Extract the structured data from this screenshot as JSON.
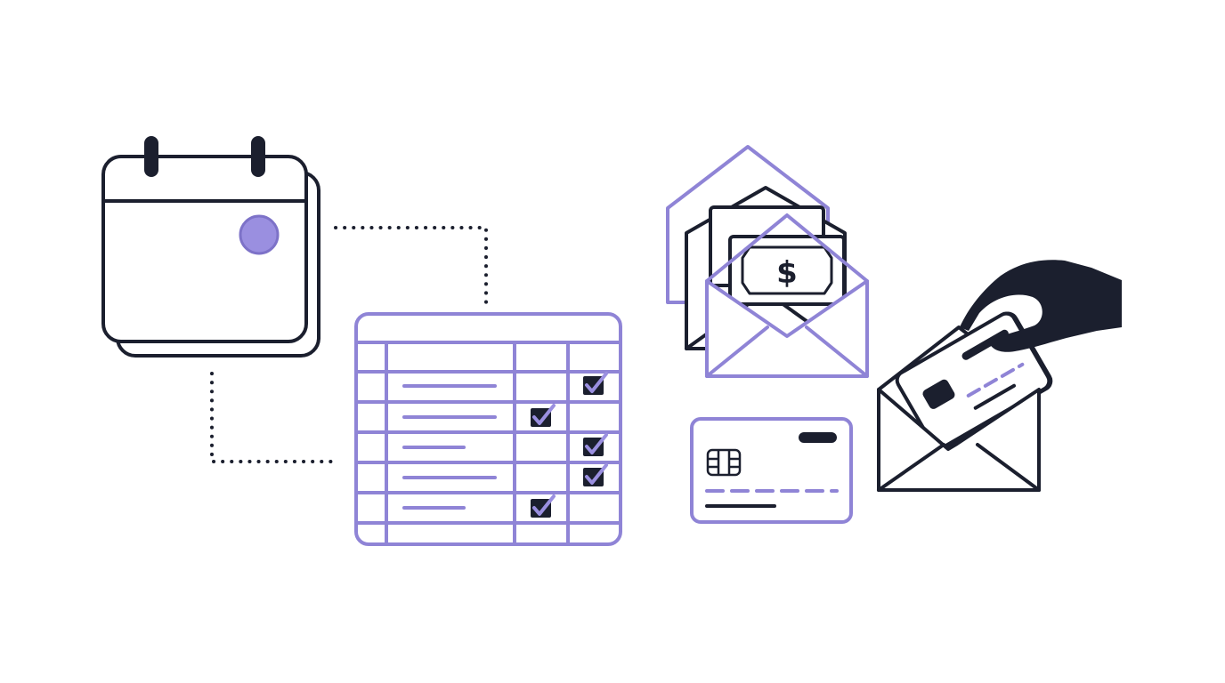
{
  "illustration": {
    "icons": [
      "calendar-icon",
      "checklist-table-icon",
      "cash-envelope-icon",
      "dollar-bill-icon",
      "credit-card-icon",
      "hand-icon",
      "card-envelope-icon"
    ],
    "dollar_symbol": "$",
    "checklist": {
      "rows": 5,
      "checked": [
        {
          "row": 1,
          "column": 2
        },
        {
          "row": 2,
          "column": 1
        },
        {
          "row": 3,
          "column": 2
        },
        {
          "row": 4,
          "column": 2
        },
        {
          "row": 5,
          "column": 1
        }
      ]
    }
  },
  "colors": {
    "ink": "#1b1f2e",
    "accent": "#8f84d6",
    "accent_fill": "#9a8fe0",
    "background": "#ffffff"
  }
}
